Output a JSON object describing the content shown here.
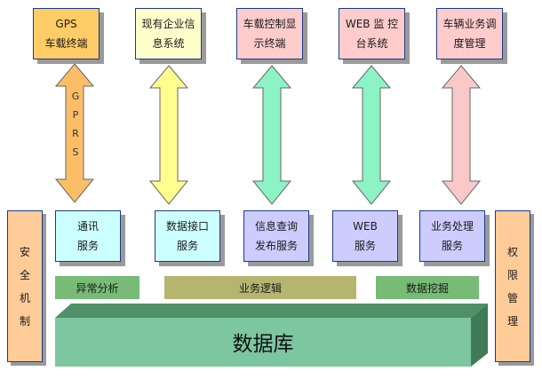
{
  "top_systems": [
    {
      "label": "GPS\n车载终端",
      "color": "#FFCC66"
    },
    {
      "label": "现有企业信\n息系统",
      "color": "#FFFFCC"
    },
    {
      "label": "车载控制显\n示终端",
      "color": "#FFCCCC"
    },
    {
      "label": "WEB 监 控\n台系统",
      "color": "#FFCCCC"
    },
    {
      "label": "车辆业务调\n度管理",
      "color": "#FFCCCC"
    }
  ],
  "gprs_label": "G\nP\nR\nS",
  "arrow_colors": [
    "#FBBE66",
    "#FEFE8E",
    "#8CF3C5",
    "#8CF3C5",
    "#F9C9C9"
  ],
  "services": [
    {
      "label": "通讯\n服务",
      "color": "#CCFFFF"
    },
    {
      "label": "数据接口\n服务",
      "color": "#CCFFFF"
    },
    {
      "label": "信息查询\n发布服务",
      "color": "#CCCCFF"
    },
    {
      "label": "WEB\n服务",
      "color": "#CCCCFF"
    },
    {
      "label": "业务处理\n服务",
      "color": "#CCCCFF"
    }
  ],
  "side_left": {
    "label": "安\n全\n机\n制",
    "color": "#FFCC99"
  },
  "side_right": {
    "label": "权\n限\n管\n理",
    "color": "#FFCC99"
  },
  "bands": [
    {
      "label": "异常分析",
      "color": "#77BB77"
    },
    {
      "label": "业务逻辑",
      "color": "#B5B56F"
    },
    {
      "label": "数据挖掘",
      "color": "#77BB77"
    }
  ],
  "database": {
    "label": "数据库",
    "front": "#7CC6A0",
    "top": "#4F9068",
    "side": "#3F7B58"
  }
}
